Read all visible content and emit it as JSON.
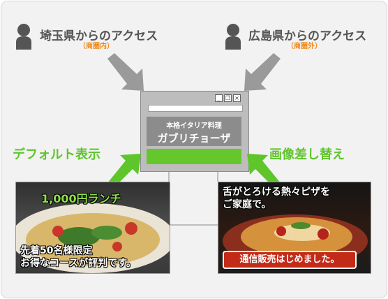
{
  "left_user": {
    "label": "埼玉県からのアクセス",
    "note": "（商圏内）"
  },
  "right_user": {
    "label": "広島県からのアクセス",
    "note": "（商圏外）"
  },
  "browser": {
    "logo_line1": "本格イタリア料理",
    "logo_line2": "ガブリチョーザ",
    "icons": [
      "minimize-icon",
      "restore-icon",
      "close-icon"
    ]
  },
  "left_label": "デフォルト表示",
  "right_label": "画像差し替え",
  "left_banner": {
    "headline": "1,000円ランチ",
    "body_line1": "先着50名様限定",
    "body_line2": "お得なコースが評判です。"
  },
  "right_banner": {
    "headline_line1": "舌がとろける熱々ピザを",
    "headline_line2": "ご家庭で。",
    "caption": "通信販売はじめました。"
  },
  "colors": {
    "accent_green": "#5ec52b",
    "accent_orange": "#f08a1c",
    "arrow_gray": "#9a9a9a",
    "person_gray": "#555555"
  }
}
